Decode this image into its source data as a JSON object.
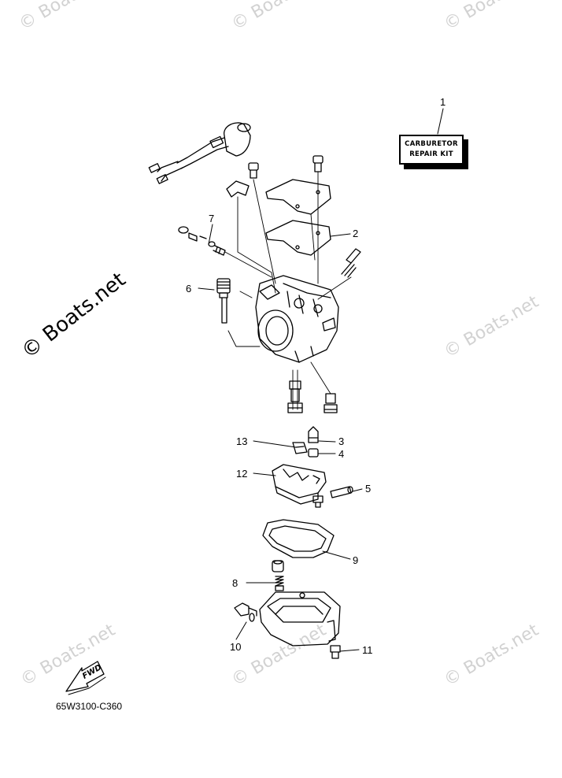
{
  "watermarks": {
    "text": "© Boats.net",
    "main": "© Boats.net"
  },
  "kit": {
    "line1": "CARBURETOR",
    "line2": "REPAIR KIT"
  },
  "callouts": [
    "1",
    "2",
    "3",
    "4",
    "5",
    "6",
    "7",
    "8",
    "9",
    "10",
    "11",
    "12",
    "13"
  ],
  "fwd_label": "FWD",
  "diagram_code": "65W3100-C360"
}
